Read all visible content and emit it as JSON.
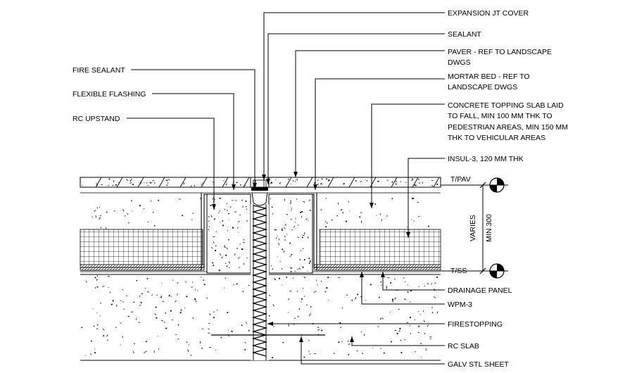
{
  "labels_right": {
    "expansion_jt_cover": "EXPANSION JT COVER",
    "sealant": "SEALANT",
    "paver_1": "PAVER - REF TO LANDSCAPE",
    "paver_2": "DWGS",
    "mortar_1": "MORTAR BED - REF TO",
    "mortar_2": "LANDSCAPE DWGS",
    "topping_1": "CONCRETE TOPPING SLAB LAID",
    "topping_2": "TO FALL, MIN 100 MM THK TO",
    "topping_3": "PEDESTRIAN AREAS, MIN 150 MM",
    "topping_4": "THK TO VEHICULAR AREAS",
    "insul": "INSUL-3, 120 MM THK",
    "t_pav": "T/PAV",
    "t_ss": "T/SS",
    "drainage_panel": "DRAINAGE PANEL",
    "wpm": "WPM-3",
    "firestopping": "FIRESTOPPING",
    "rc_slab": "RC SLAB",
    "galv_stl_sheet": "GALV STL SHEET"
  },
  "labels_left": {
    "fire_sealant": "FIRE SEALANT",
    "flexible_flashing": "FLEXIBLE FLASHING",
    "rc_upstand": "RC UPSTAND"
  },
  "dimension": {
    "varies": "VARIES",
    "min": "MIN 300"
  }
}
